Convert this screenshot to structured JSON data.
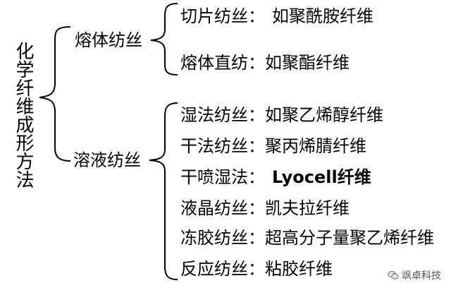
{
  "root": {
    "label": "化学纤维成形方法"
  },
  "groups": [
    {
      "label": "熔体纺丝",
      "items": [
        {
          "label": "切片纺丝：",
          "example": "如聚酰胺纤维"
        },
        {
          "label": "熔体直纺：",
          "example": "如聚酯纤维"
        }
      ]
    },
    {
      "label": "溶液纺丝",
      "items": [
        {
          "label": "湿法纺丝：",
          "example": "如聚乙烯醇纤维"
        },
        {
          "label": "干法纺丝：",
          "example": "聚丙烯腈纤维"
        },
        {
          "label": "干喷湿法：",
          "example": "Lyocell纤维"
        },
        {
          "label": "液晶纺丝：",
          "example": "凯夫拉纤维"
        },
        {
          "label": "冻胶纺丝：",
          "example": "超高分子量聚乙烯纤维"
        },
        {
          "label": "反应纺丝：",
          "example": "粘胶纤维"
        }
      ]
    }
  ],
  "watermark": {
    "text": "飒卓科技",
    "icon": "wechat-icon"
  },
  "colors": {
    "stroke": "#000000",
    "text": "#000000"
  }
}
